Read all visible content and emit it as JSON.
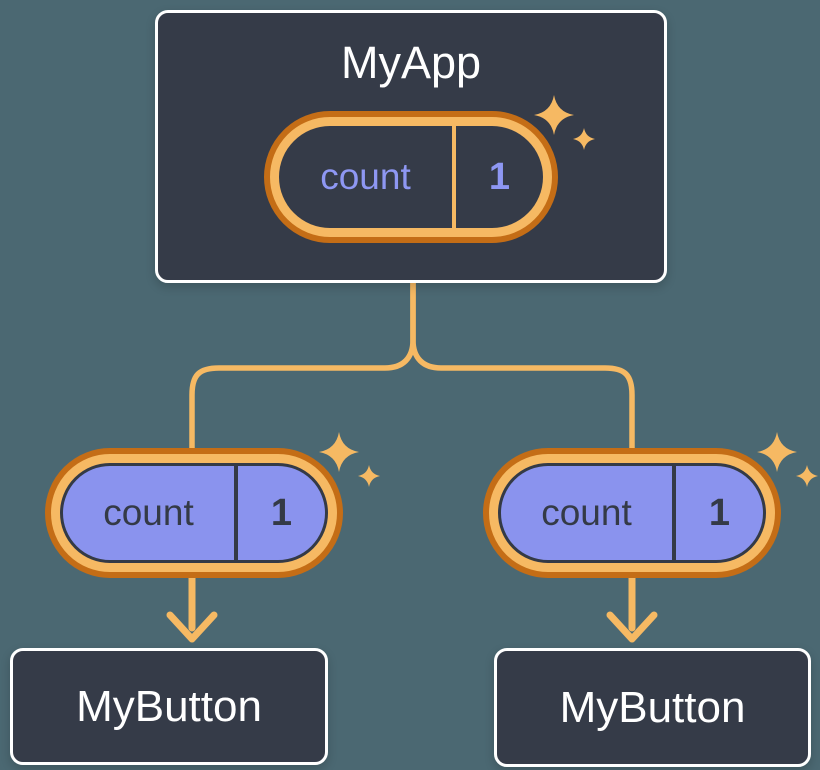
{
  "colors": {
    "canvas-bg": "#4b6872",
    "node-bg": "#353b48",
    "node-border": "#ffffff",
    "node-text": "#ffffff",
    "accent-orange": "#f6b963",
    "accent-orange-dark": "#c46d16",
    "pill-purple": "#8a93ee",
    "pill-purple-text": "#8e97f3",
    "slate-dark": "#343a46"
  },
  "root": {
    "title": "MyApp",
    "state": {
      "name": "count",
      "value": "1"
    }
  },
  "children": [
    {
      "title": "MyButton",
      "prop": {
        "name": "count",
        "value": "1"
      }
    },
    {
      "title": "MyButton",
      "prop": {
        "name": "count",
        "value": "1"
      }
    }
  ]
}
